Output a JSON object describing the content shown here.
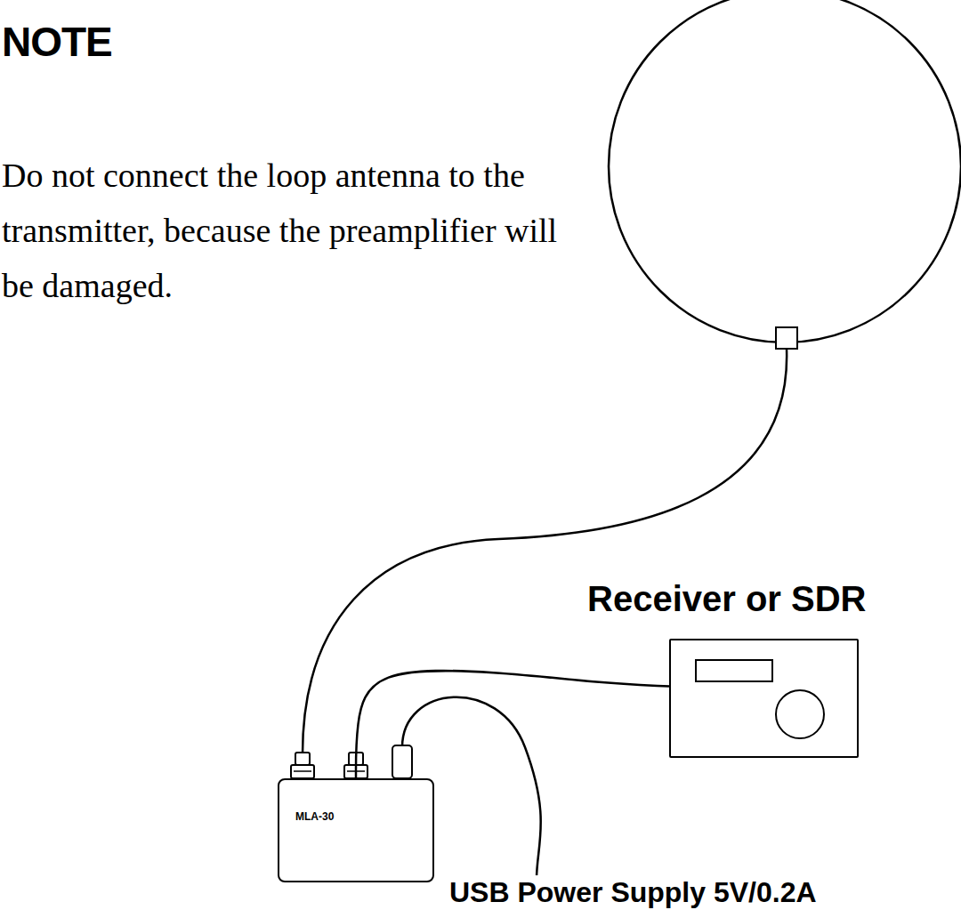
{
  "diagram": {
    "title": "NOTE",
    "nodes": [
      {
        "text": [
          "Receiver or SDR"
        ]
      },
      {
        "text": [
          "MLA-30"
        ]
      }
    ],
    "edges": [
      {
        "from": 1,
        "to": 0,
        "arrow": "none"
      }
    ],
    "labels": [
      "Do not connect the loop antenna to the transmitter, because the preamplifier will be damaged.",
      "USB Power Supply 5V/0.2A"
    ]
  }
}
